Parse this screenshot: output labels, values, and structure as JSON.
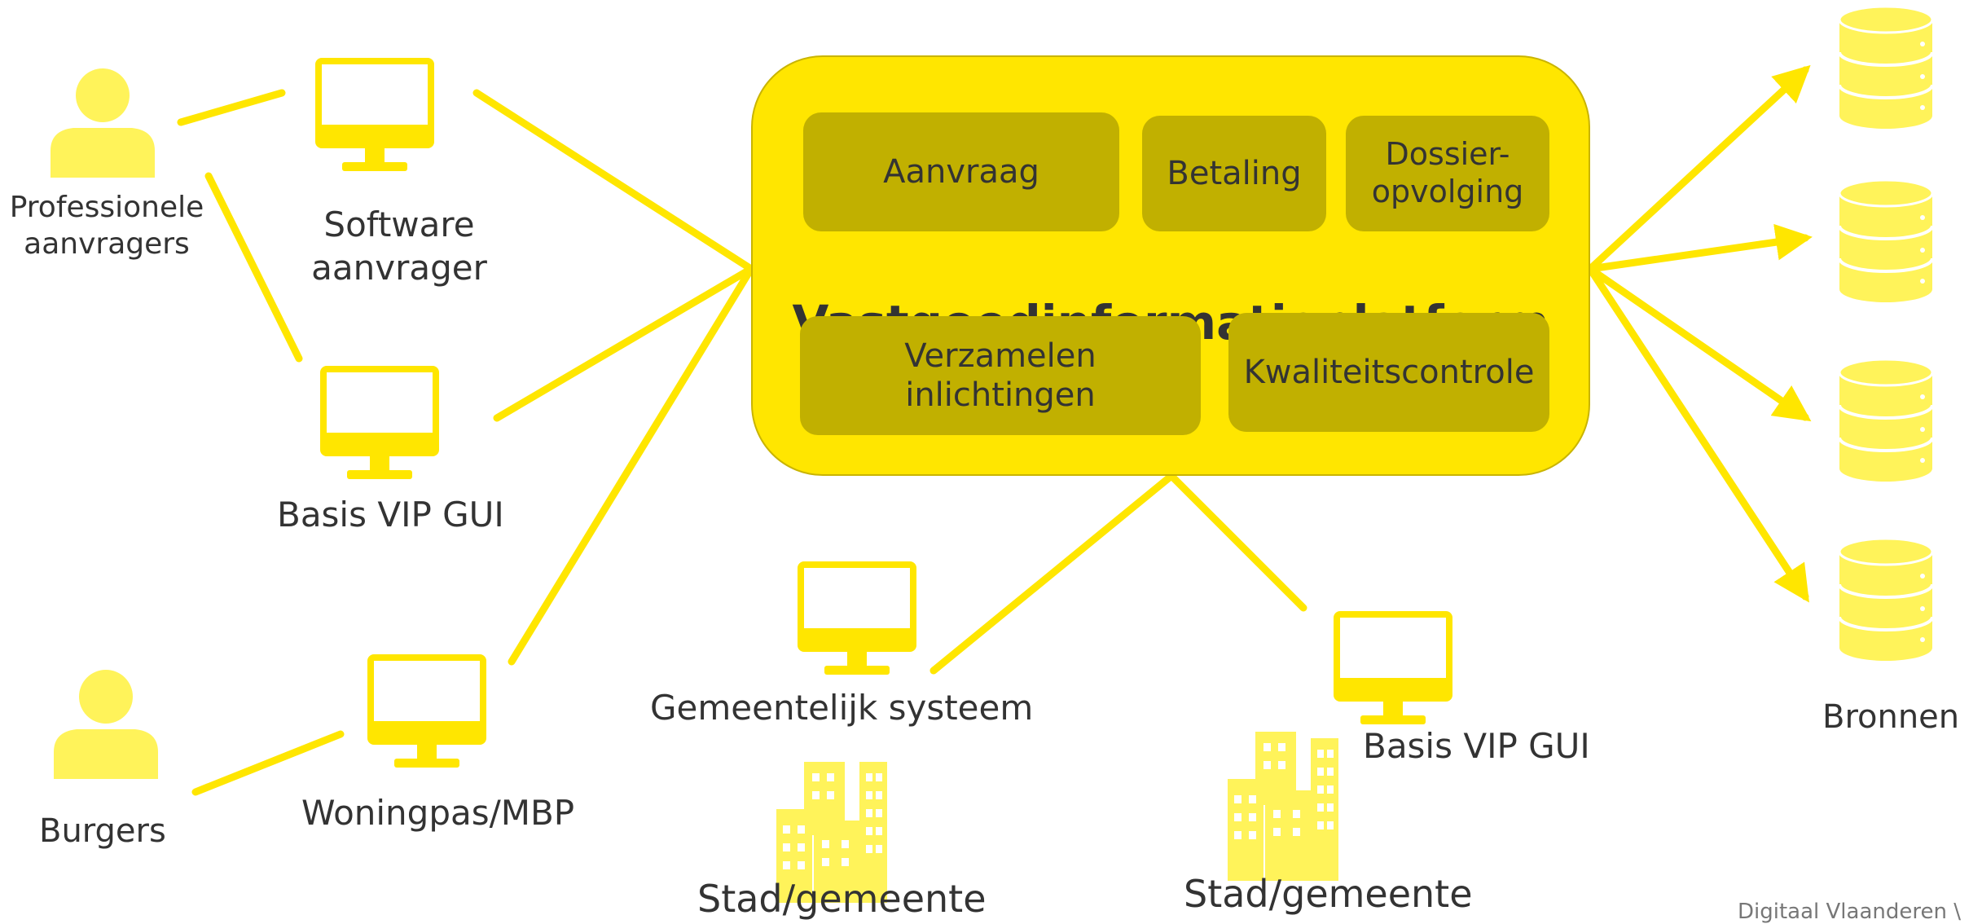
{
  "colors": {
    "accent": "#ffe600",
    "accent_light": "#fff35a",
    "module": "#c1b000",
    "text": "#333333"
  },
  "actors": {
    "professional": {
      "label": "Professionele\naanvragers",
      "icon": "person-icon"
    },
    "citizens": {
      "label": "Burgers",
      "icon": "person-icon"
    }
  },
  "clients": {
    "software": {
      "label": "Software\naanvrager",
      "icon": "monitor-icon"
    },
    "basis_gui_left": {
      "label": "Basis VIP GUI",
      "icon": "monitor-icon"
    },
    "woningpas": {
      "label": "Woningpas/MBP",
      "icon": "monitor-icon"
    },
    "municipal_system": {
      "label": "Gemeentelijk systeem",
      "icon": "monitor-icon"
    },
    "basis_gui_bottom": {
      "label": "Basis VIP GUI",
      "icon": "monitor-icon"
    }
  },
  "cities": [
    {
      "label": "Stad/gemeente",
      "icon": "buildings-icon"
    },
    {
      "label": "Stad/gemeente",
      "icon": "buildings-icon"
    }
  ],
  "platform": {
    "title": "Vastgoedinformatieplatform",
    "modules": {
      "aanvraag": "Aanvraag",
      "betaling": "Betaling",
      "dossier": "Dossier-\nopvolging",
      "verzamelen": "Verzamelen inlichtingen",
      "kwaliteit": "Kwaliteitscontrole"
    }
  },
  "sources": {
    "label": "Bronnen",
    "icon": "database-icon",
    "count": 4
  },
  "footer": {
    "text": "Digitaal Vlaanderen \\"
  }
}
